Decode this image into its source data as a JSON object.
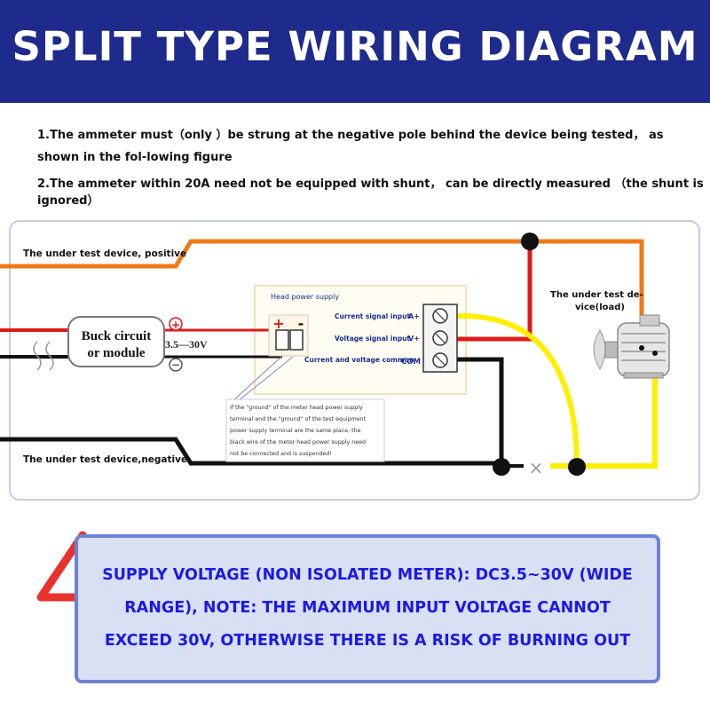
{
  "title": "SPLIT TYPE WIRING DIAGRAM",
  "notes": [
    "1.The ammeter must（only ）be strung at the negative pole behind the device being tested， as shown in the fol-lowing figure",
    "2.The ammeter within 20A need not be equipped with shunt， can be directly measured （the shunt is ignored）"
  ],
  "diagram": {
    "positive_label": "The under test device, positive",
    "negative_label": "The under test device,negative",
    "load_label_1": "The under test de-",
    "load_label_2": "vice(load)",
    "buck_label_1": "Buck circuit",
    "buck_label_2": "or module",
    "voltage_range": "3.5—30V",
    "plus_symbol": "+",
    "minus_symbol": "−",
    "meter": {
      "head_power": "Head power supply",
      "current_input": "Current signal input",
      "current_input_pin": "A+",
      "voltage_input": "Voltage signal input",
      "voltage_input_pin": "V+",
      "common": "Current and voltage common",
      "common_pin": "COM",
      "plus": "+",
      "minus": "-"
    },
    "callout": [
      "If the \"ground\" of the meter head power supply",
      "terminal and the \"ground\" of the test equipment",
      "power supply terminal are the same place, the",
      "black wire of the meter head power supply need",
      "not be connected and is suspended!"
    ],
    "cross": "×",
    "colors": {
      "orange": "#f07a18",
      "red": "#e11a1a",
      "yellow": "#ffee00",
      "black": "#111111"
    }
  },
  "warning": {
    "icon": "warning-triangle-icon",
    "lines": [
      "SUPPLY VOLTAGE (NON ISOLATED METER): DC3.5~30V (WIDE",
      "RANGE), NOTE: THE MAXIMUM INPUT VOLTAGE CANNOT",
      "EXCEED 30V, OTHERWISE THERE IS A RISK OF BURNING OUT"
    ]
  }
}
